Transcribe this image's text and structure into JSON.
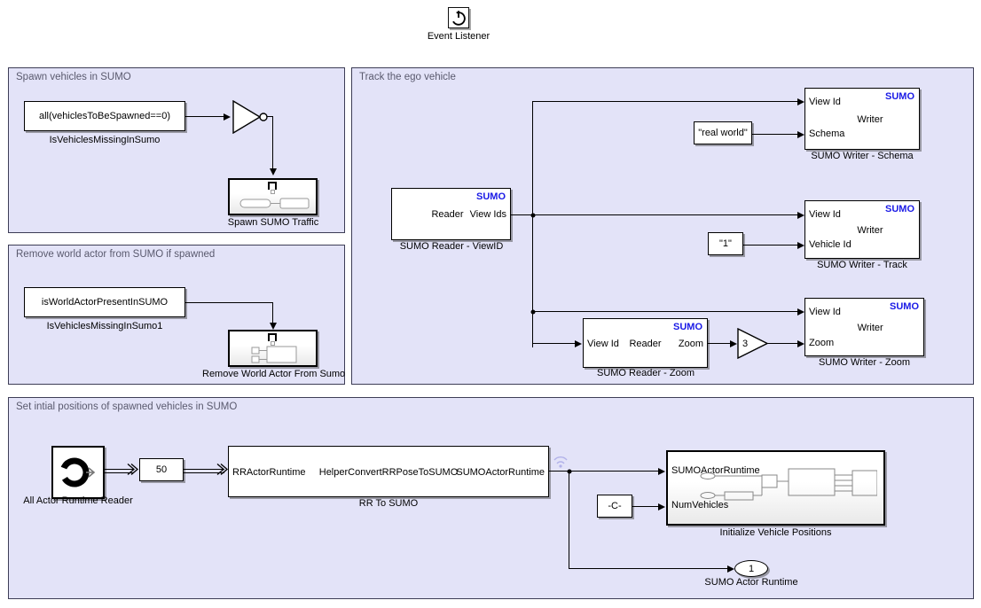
{
  "diagram": {
    "title": "SUMO co-simulation Simulink model",
    "panel_bg": "#e3e3f8",
    "panel_border": "#3d3d56",
    "sumo_tag_color": "#1a1ae6",
    "title_color": "#5a5a6e"
  },
  "event_listener": {
    "label": "Event Listener",
    "icon": "power-icon"
  },
  "panels": [
    {
      "id": "spawn",
      "title": "Spawn vehicles in SUMO"
    },
    {
      "id": "remove",
      "title": "Remove world actor from SUMO if spawned"
    },
    {
      "id": "track",
      "title": "Track the ego vehicle"
    },
    {
      "id": "initpos",
      "title": "Set intial positions of spawned vehicles in SUMO"
    }
  ],
  "blocks": {
    "is_vehicles_missing": {
      "text": "all(vehiclesToBeSpawned==0)",
      "label": "IsVehiclesMissingInSumo"
    },
    "spawn_sumo_traffic": {
      "label": "Spawn SUMO Traffic",
      "icon": "stateflow-chart-icon"
    },
    "is_world_actor_present": {
      "text": "isWorldActorPresentInSUMO",
      "label": "IsVehiclesMissingInSumo1"
    },
    "remove_world_actor": {
      "label": "Remove World Actor From Sumo",
      "icon": "stateflow-chart-icon"
    },
    "sumo_reader_viewid": {
      "tag": "SUMO",
      "mid": "Reader",
      "out_port": "View Ids",
      "label": "SUMO Reader - ViewID"
    },
    "const_real_world": {
      "value": "\"real world\""
    },
    "sumo_writer_schema": {
      "tag": "SUMO",
      "mid": "Writer",
      "in_ports": [
        "View Id",
        "Schema"
      ],
      "label": "SUMO Writer - Schema"
    },
    "const_one": {
      "value": "\"1\""
    },
    "sumo_writer_track": {
      "tag": "SUMO",
      "mid": "Writer",
      "in_ports": [
        "View Id",
        "Vehicle Id"
      ],
      "label": "SUMO Writer - Track"
    },
    "sumo_reader_zoom": {
      "tag": "SUMO",
      "mid": "Reader",
      "in_port": "View Id",
      "out_port": "Zoom",
      "label": "SUMO Reader - Zoom"
    },
    "gain_zoom": {
      "value": "3"
    },
    "sumo_writer_zoom": {
      "tag": "SUMO",
      "mid": "Writer",
      "in_ports": [
        "View Id",
        "Zoom"
      ],
      "label": "SUMO Writer - Zoom"
    },
    "all_actor_runtime_reader": {
      "label": "All Actor Runtime Reader",
      "icon": "actor-runtime-reader-icon"
    },
    "rate_transition": {
      "value": "50"
    },
    "rr_to_sumo": {
      "in_port": "RRActorRuntime",
      "mid": "HelperConvertRRPoseToSUMO",
      "out_port": "SUMOActorRuntime",
      "label": "RR To SUMO",
      "badge_icon": "signal-icon"
    },
    "const_neg_c": {
      "value": "-C-"
    },
    "initialize_vehicle_positions": {
      "in_ports": [
        "SUMOActorRuntime",
        "NumVehicles"
      ],
      "label": "Initialize Vehicle Positions",
      "icon": "subsystem-preview-icon"
    },
    "outport_sumo_actor_runtime": {
      "number": "1",
      "label": "SUMO Actor Runtime"
    }
  }
}
